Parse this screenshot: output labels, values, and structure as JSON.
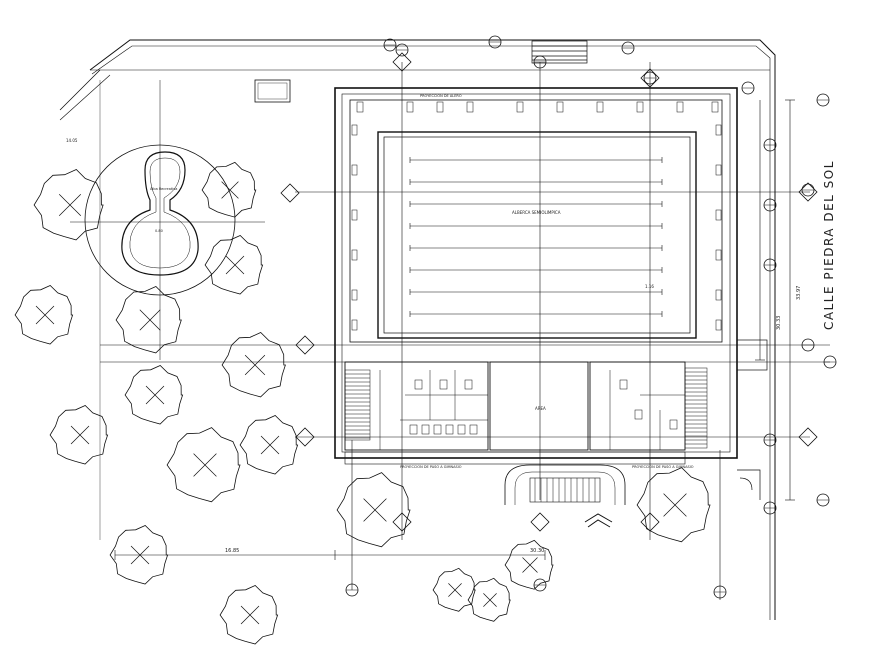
{
  "labels": {
    "street": "CALLE PIEDRA DEL SOL",
    "alberca": "ALBERCA SEMIOLIMPICA",
    "alberca_dim": "1.16",
    "kiddie_pool": "Alba Recreativa",
    "kiddie_dim": "0.80",
    "dim_total_h": "33.97",
    "dim_inner_h": "30.33",
    "dim_left_w": "16.85",
    "dim_mid_w": "30.30",
    "dim_tl": "14.05",
    "dim_edge": "0.80",
    "banos_left": "PROYECCION DE PASO A GIMNASIO",
    "banos_right": "PROYECCION DE PASO A GIMNASIO",
    "top_note": "PROYECCION DE ALERO",
    "hall_note": "AREA"
  },
  "colors": {
    "line": "#111111",
    "background": "#ffffff"
  }
}
